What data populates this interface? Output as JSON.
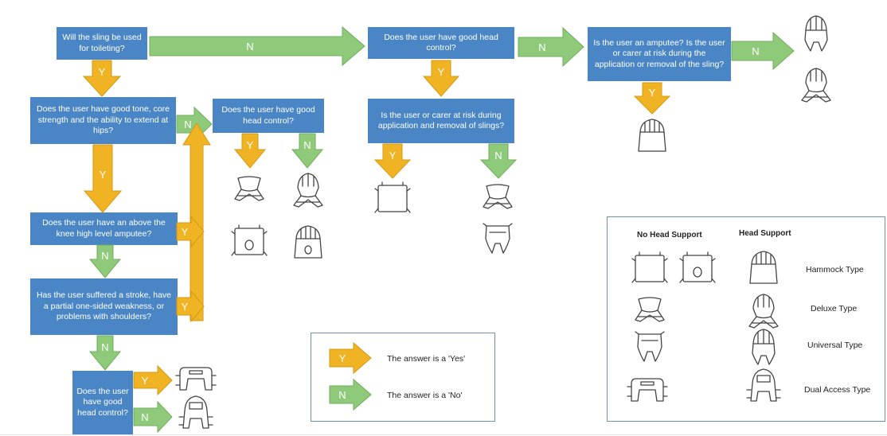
{
  "flow": {
    "q_toileting": "Will the sling be used for toileting?",
    "q_tone": "Does the user have good tone, core strength and the ability to extend at hips?",
    "q_head_control_mid": "Does the user have good head control?",
    "q_amputee_above_knee": "Does the user have an above the knee high level amputee?",
    "q_stroke": "Has the user suffered a stroke, have a partial one-sided weakness, or problems with shoulders?",
    "q_head_control_bottom": "Does the user have good head control?",
    "q_head_control_top": "Does the user have good head control?",
    "q_risk_slings": "Is the user or carer at risk during application and removal of slings?",
    "q_amputee_risk": "Is the user an amputee? Is the user or carer at risk during the application or removal of the sling?"
  },
  "arrows": {
    "yes_letter": "Y",
    "no_letter": "N"
  },
  "legend_arrows": {
    "yes_text": "The answer is a 'Yes'",
    "no_text": "The answer is a 'No'"
  },
  "legend_types": {
    "col_no_head": "No Head Support",
    "col_head": "Head Support",
    "rows": [
      "Hammock Type",
      "Deluxe Type",
      "Universal Type",
      "Dual Access Type"
    ]
  },
  "colors": {
    "box_blue": "#4a86c6",
    "yes_arrow": "#f0b323",
    "no_arrow": "#8fc97a"
  }
}
